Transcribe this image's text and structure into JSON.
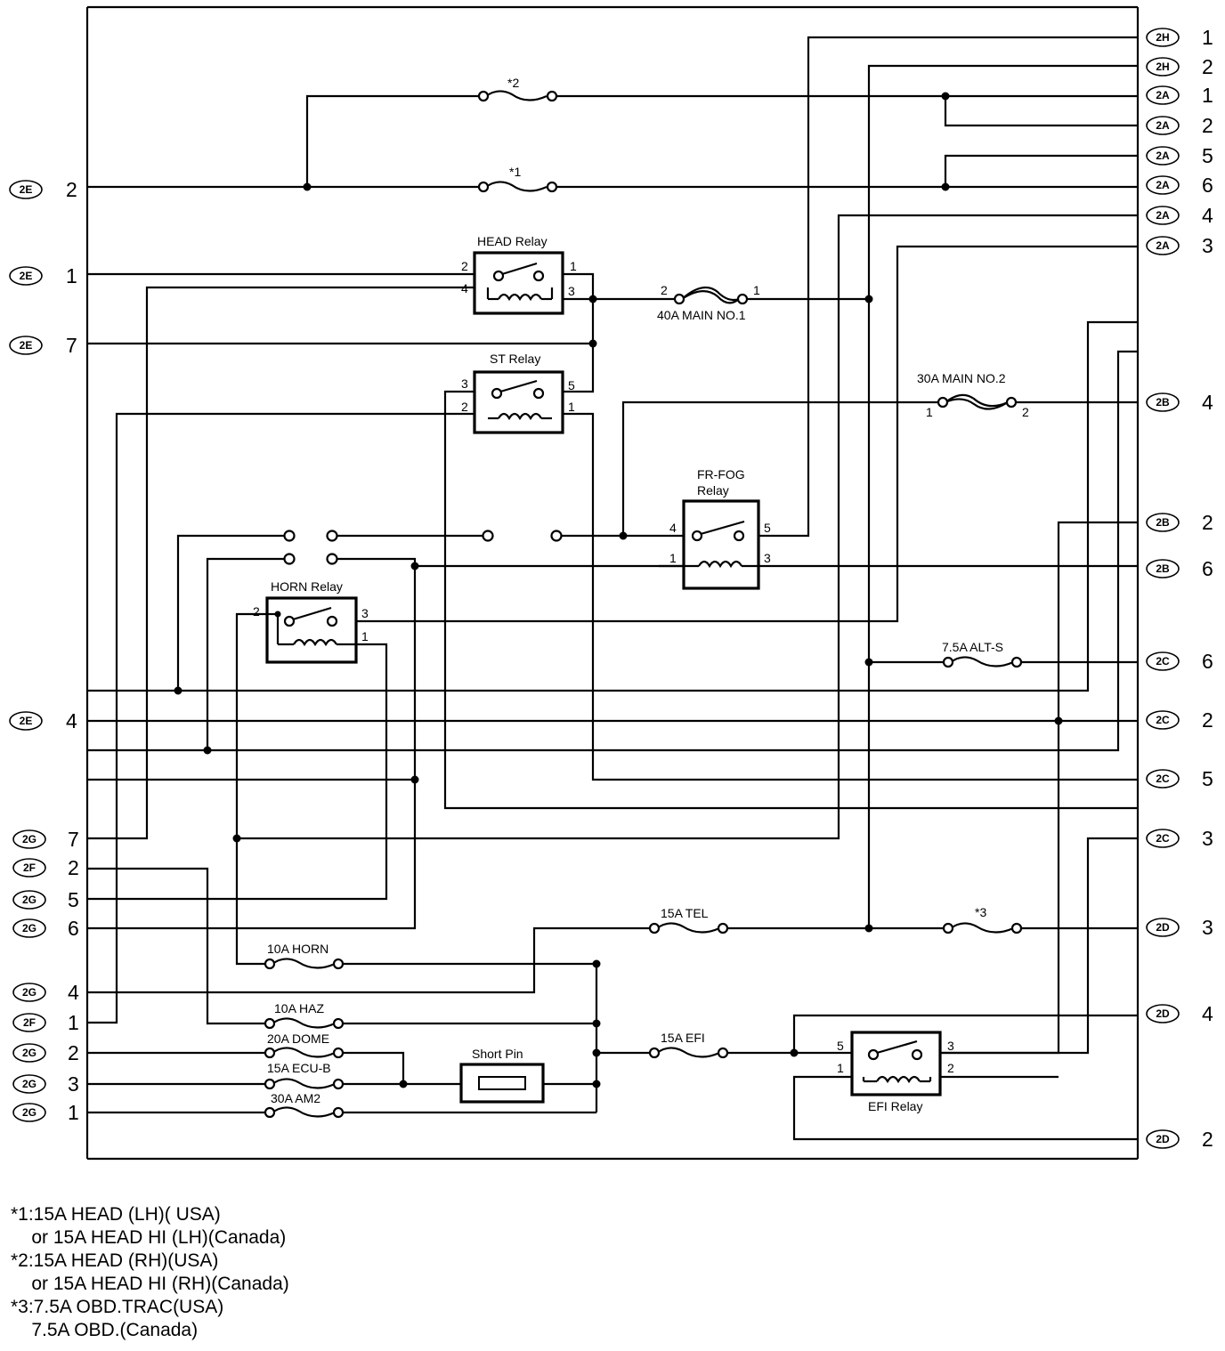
{
  "connectors": {
    "left": [
      {
        "id": "2E",
        "pin": "2"
      },
      {
        "id": "2E",
        "pin": "1"
      },
      {
        "id": "2E",
        "pin": "7"
      },
      {
        "id": "2E",
        "pin": "4"
      },
      {
        "id": "2G",
        "pin": "7"
      },
      {
        "id": "2F",
        "pin": "2"
      },
      {
        "id": "2G",
        "pin": "5"
      },
      {
        "id": "2G",
        "pin": "6"
      },
      {
        "id": "2G",
        "pin": "4"
      },
      {
        "id": "2F",
        "pin": "1"
      },
      {
        "id": "2G",
        "pin": "2"
      },
      {
        "id": "2G",
        "pin": "3"
      },
      {
        "id": "2G",
        "pin": "1"
      }
    ],
    "right": [
      {
        "id": "2H",
        "pin": "1"
      },
      {
        "id": "2H",
        "pin": "2"
      },
      {
        "id": "2A",
        "pin": "1"
      },
      {
        "id": "2A",
        "pin": "2"
      },
      {
        "id": "2A",
        "pin": "5"
      },
      {
        "id": "2A",
        "pin": "6"
      },
      {
        "id": "2A",
        "pin": "4"
      },
      {
        "id": "2A",
        "pin": "3"
      },
      {
        "id": "2B",
        "pin": "4"
      },
      {
        "id": "2B",
        "pin": "2"
      },
      {
        "id": "2B",
        "pin": "6"
      },
      {
        "id": "2C",
        "pin": "6"
      },
      {
        "id": "2C",
        "pin": "2"
      },
      {
        "id": "2C",
        "pin": "5"
      },
      {
        "id": "2C",
        "pin": "3"
      },
      {
        "id": "2D",
        "pin": "3"
      },
      {
        "id": "2D",
        "pin": "4"
      },
      {
        "id": "2D",
        "pin": "2"
      }
    ]
  },
  "relays": {
    "head": {
      "name": "HEAD Relay",
      "pins": [
        "2",
        "4",
        "1",
        "3"
      ]
    },
    "st": {
      "name": "ST Relay",
      "pins": [
        "3",
        "2",
        "5",
        "1"
      ]
    },
    "horn": {
      "name": "HORN Relay",
      "pins": [
        "2",
        "3",
        "1"
      ]
    },
    "frfog": {
      "name_line1": "FR-FOG",
      "name_line2": "Relay",
      "pins": [
        "4",
        "1",
        "5",
        "3"
      ]
    },
    "efi": {
      "name": "EFI Relay",
      "pins": [
        "5",
        "1",
        "3",
        "2"
      ]
    }
  },
  "fuses": {
    "f2": "*2",
    "f1": "*1",
    "main1": "40A MAIN NO.1",
    "main1_pins": [
      "2",
      "1"
    ],
    "main2": "30A MAIN NO.2",
    "main2_pins": [
      "1",
      "2"
    ],
    "alts": "7.5A ALT-S",
    "tel": "15A TEL",
    "f3": "*3",
    "horn": "10A HORN",
    "haz": "10A HAZ",
    "dome": "20A DOME",
    "ecub": "15A ECU-B",
    "am2": "30A AM2",
    "efi": "15A EFI",
    "shortpin": "Short Pin"
  },
  "notes": [
    "*1:15A HEAD (LH)( USA)",
    "    or 15A HEAD HI (LH)(Canada)",
    "*2:15A HEAD (RH)(USA)",
    "    or 15A HEAD HI (RH)(Canada)",
    "*3:7.5A OBD.TRAC(USA)",
    "    7.5A OBD.(Canada)"
  ]
}
